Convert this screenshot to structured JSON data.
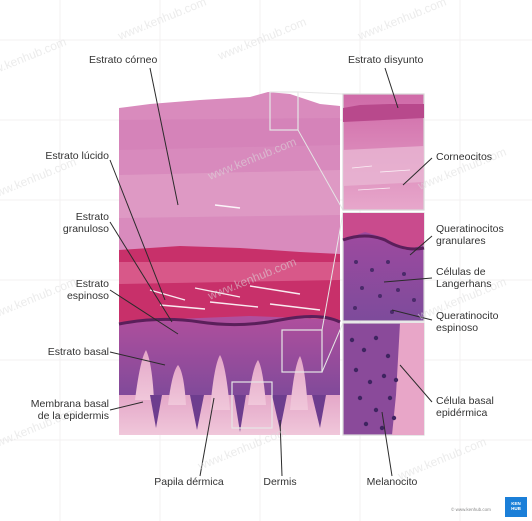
{
  "colors": {
    "background": "#ffffff",
    "grid": "#f3f1f2",
    "text": "#333333",
    "leader": "#2b2b2b",
    "corneum": "#d47ab0",
    "epidermis": "#9b4fa0",
    "dermis": "#e9b6cf",
    "zoom_box": "#d9d9d9",
    "brand": "#1b7fd8"
  },
  "watermark": "www.kenhub.com",
  "labels": {
    "estrato_corneo": "Estrato córneo",
    "estrato_lucido": "Estrato lúcido",
    "estrato_granuloso": [
      "Estrato",
      "granuloso"
    ],
    "estrato_espinoso": [
      "Estrato",
      "espinoso"
    ],
    "estrato_basal": "Estrato basal",
    "membrana_basal": [
      "Membrana basal",
      "de la epidermis"
    ],
    "papila_dermica": "Papila dérmica",
    "dermis": "Dermis",
    "melanocito": "Melanocito",
    "estrato_disyunto": "Estrato disyunto",
    "corneocitos": "Corneocitos",
    "queratinocitos_granulares": [
      "Queratinocitos",
      "granulares"
    ],
    "celulas_langerhans": [
      "Células de",
      "Langerhans"
    ],
    "queratinocito_espinoso": [
      "Queratinocito",
      "espinoso"
    ],
    "celula_basal": [
      "Célula basal",
      "epidérmica"
    ]
  },
  "logo": [
    "KEN",
    "HUB"
  ],
  "footer_watermark": "© www.kenhub.com"
}
